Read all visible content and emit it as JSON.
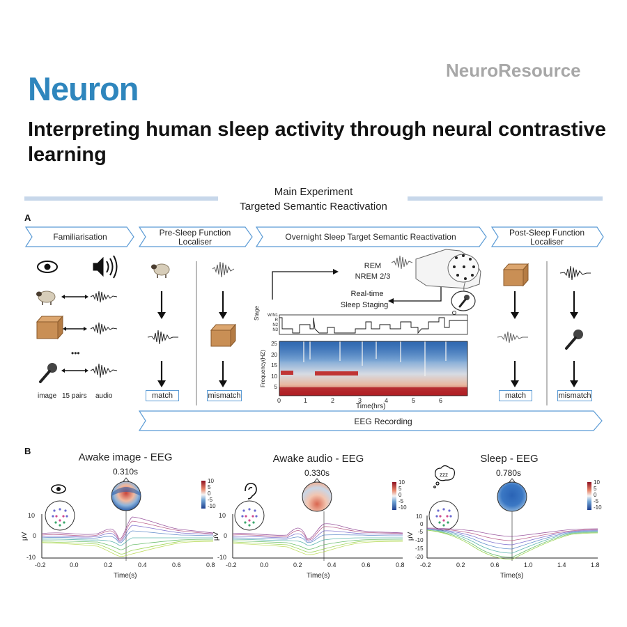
{
  "header": {
    "journal": "Neuron",
    "brand": "NeuroResource",
    "title": "Interpreting human sleep activity through neural contrastive learning"
  },
  "section": {
    "line1": "Main Experiment",
    "line2": "Targeted Semantic Reactivation"
  },
  "panel_a": {
    "letter": "A",
    "timeline": [
      {
        "label": "Familiarisation"
      },
      {
        "label": "Pre-Sleep Function Localiser"
      },
      {
        "label": "Overnight Sleep Target Semantic Reactivation"
      },
      {
        "label": "Post-Sleep Function Localiser"
      }
    ],
    "familiarisation": {
      "image": "image",
      "pairs": "15 pairs",
      "audio": "audio",
      "dots": "•••"
    },
    "pre_sleep": {
      "match": "match",
      "mismatch": "mismatch"
    },
    "overnight": {
      "rem": "REM",
      "nrem": "NREM 2/3",
      "realtime": "Real-time",
      "staging": "Sleep Staging",
      "hypno_ylabel": "Stage",
      "hypno_ticks": [
        "W/N1",
        "R",
        "N2",
        "N3"
      ],
      "spec_ylabel": "Frequency(HZ)",
      "spec_yticks": [
        "25",
        "20",
        "15",
        "10",
        "5"
      ],
      "spec_xticks": [
        "0",
        "1",
        "2",
        "3",
        "4",
        "5",
        "6"
      ],
      "spec_xlabel": "Time(hrs)"
    },
    "post_sleep": {
      "match": "match",
      "mismatch": "mismatch"
    },
    "eeg_recording": "EEG Recording"
  },
  "panel_b": {
    "letter": "B",
    "colorbar_ticks": [
      "10",
      "5",
      "0",
      "-5",
      "-10"
    ],
    "ylabel": "μV",
    "xlabel": "Time(s)",
    "plots": [
      {
        "title": "Awake image - EEG",
        "time": "0.310s",
        "yticks": [
          "10",
          "0",
          "-10"
        ],
        "xticks": [
          "-0.2",
          "0.0",
          "0.2",
          "0.4",
          "0.6",
          "0.8"
        ]
      },
      {
        "title": "Awake audio - EEG",
        "time": "0.330s",
        "yticks": [
          "10",
          "0",
          "-10"
        ],
        "xticks": [
          "-0.2",
          "0.0",
          "0.2",
          "0.4",
          "0.6",
          "0.8"
        ]
      },
      {
        "title": "Sleep - EEG",
        "time": "0.780s",
        "yticks": [
          "10",
          "0",
          "-5",
          "-10",
          "-15",
          "-20"
        ],
        "xticks": [
          "-0.2",
          "0.2",
          "0.6",
          "1.0",
          "1.4",
          "1.8"
        ]
      }
    ]
  },
  "colors": {
    "journal": "#2f86bd",
    "rule": "#c7d7ea",
    "box": "#5b9bd5"
  }
}
